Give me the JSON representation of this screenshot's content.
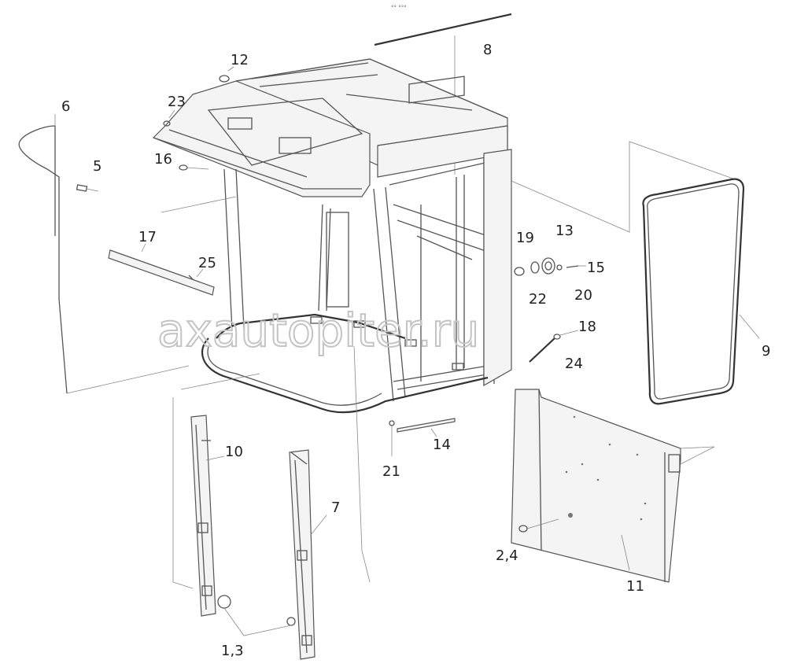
{
  "header_mark": "°° °°°",
  "watermark": "axautopiter.ru",
  "callouts": {
    "c6": "6",
    "c5": "5",
    "c12": "12",
    "c23": "23",
    "c16": "16",
    "c8": "8",
    "c17": "17",
    "c25": "25",
    "c19": "19",
    "c13": "13",
    "c15": "15",
    "c22": "22",
    "c20": "20",
    "c18": "18",
    "c24": "24",
    "c9": "9",
    "c10": "10",
    "c7": "7",
    "c14": "14",
    "c21": "21",
    "c11": "11",
    "c24b": "2,4",
    "c13b": "1,3"
  }
}
